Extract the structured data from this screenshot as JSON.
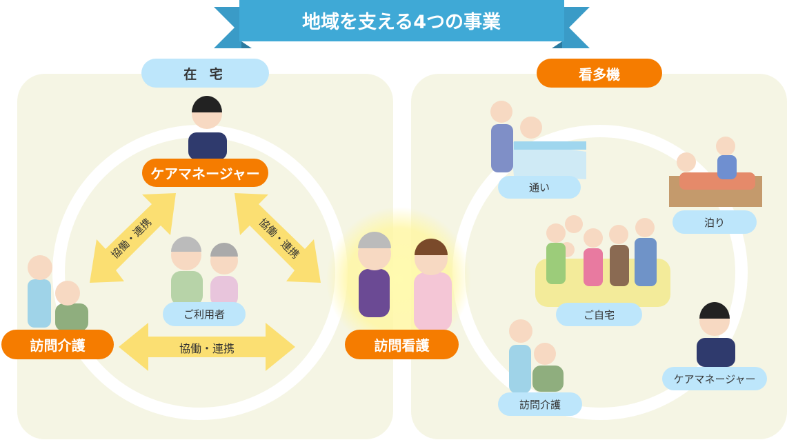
{
  "title": "地域を支える4つの事業",
  "colors": {
    "banner": "#3fa9d6",
    "orange": "#f57c00",
    "light_blue": "#bde6fb",
    "panel": "#f5f5e4",
    "arrow": "#fbdf72"
  },
  "left": {
    "heading": "在 宅",
    "care_manager": "ケアマネージャー",
    "home_care": "訪問介護",
    "home_nursing": "訪問看護",
    "user": "ご利用者",
    "arrow_left": "協働・連携",
    "arrow_right": "協働・連携",
    "arrow_bottom": "協働・連携"
  },
  "right": {
    "heading": "看多機",
    "day": "通い",
    "stay": "泊り",
    "home": "ご自宅",
    "home_care": "訪問介護",
    "care_manager": "ケアマネージャー"
  }
}
